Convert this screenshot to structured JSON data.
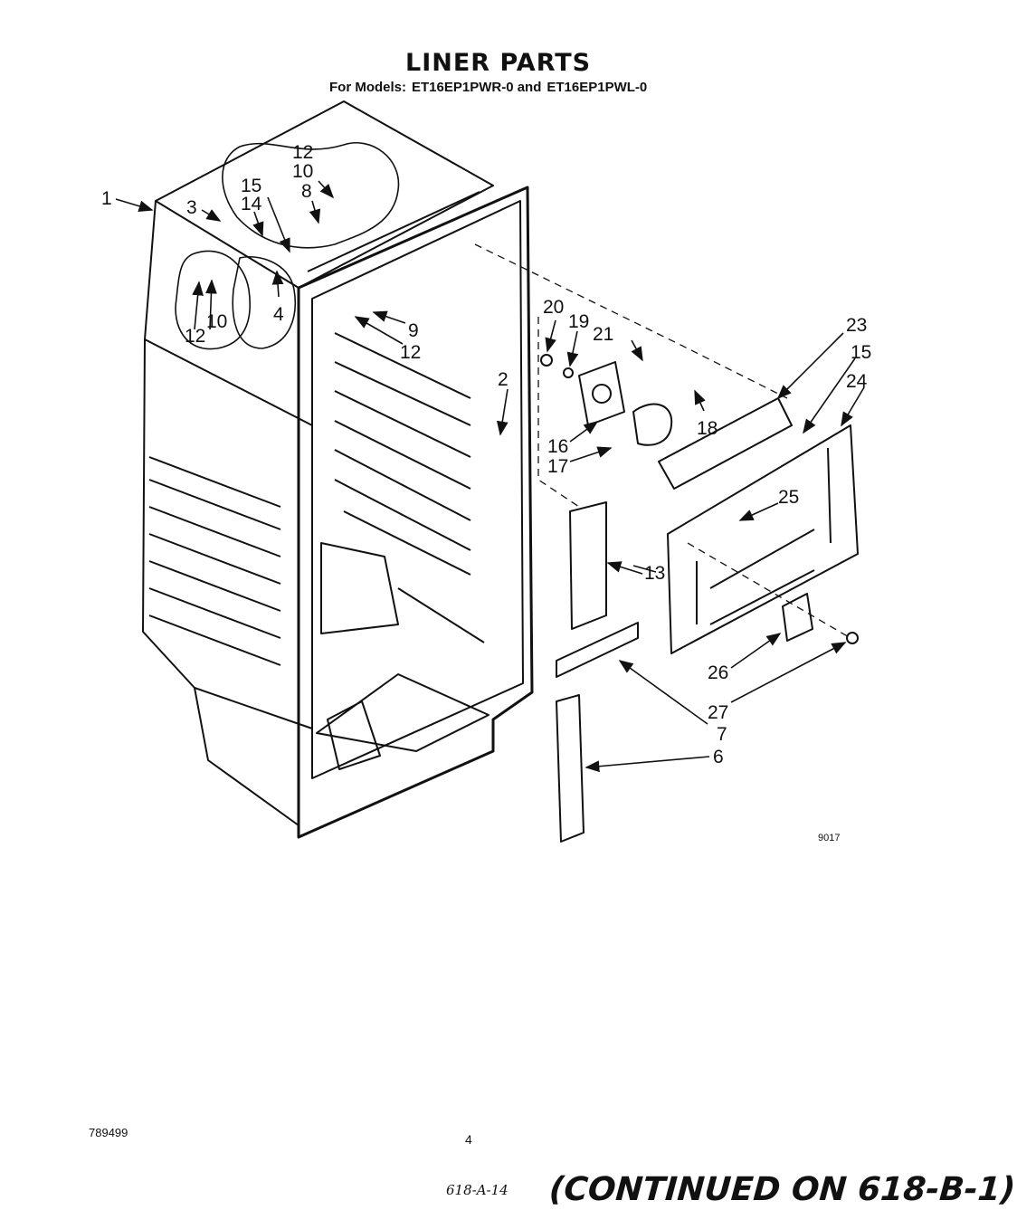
{
  "header": {
    "title": "LINER PARTS",
    "models_prefix": "For Models:",
    "model_a": "ET16EP1PWR-0 and",
    "model_b": "ET16EP1PWL-0"
  },
  "diagram": {
    "figure_code": "9017",
    "callouts": [
      {
        "id": "c1",
        "label": "1"
      },
      {
        "id": "c2",
        "label": "2"
      },
      {
        "id": "c3",
        "label": "3"
      },
      {
        "id": "c4",
        "label": "4"
      },
      {
        "id": "c6",
        "label": "6"
      },
      {
        "id": "c7",
        "label": "7"
      },
      {
        "id": "c8",
        "label": "8"
      },
      {
        "id": "c9",
        "label": "9"
      },
      {
        "id": "c10a",
        "label": "10"
      },
      {
        "id": "c10b",
        "label": "10"
      },
      {
        "id": "c12a",
        "label": "12"
      },
      {
        "id": "c12b",
        "label": "12"
      },
      {
        "id": "c12c",
        "label": "12"
      },
      {
        "id": "c13",
        "label": "13"
      },
      {
        "id": "c14",
        "label": "14"
      },
      {
        "id": "c15a",
        "label": "15"
      },
      {
        "id": "c15b",
        "label": "15"
      },
      {
        "id": "c16",
        "label": "16"
      },
      {
        "id": "c17",
        "label": "17"
      },
      {
        "id": "c18",
        "label": "18"
      },
      {
        "id": "c19",
        "label": "19"
      },
      {
        "id": "c20",
        "label": "20"
      },
      {
        "id": "c21",
        "label": "21"
      },
      {
        "id": "c23",
        "label": "23"
      },
      {
        "id": "c24",
        "label": "24"
      },
      {
        "id": "c25",
        "label": "25"
      },
      {
        "id": "c26",
        "label": "26"
      },
      {
        "id": "c27",
        "label": "27"
      }
    ]
  },
  "footer": {
    "doc_number": "789499",
    "page_number": "4",
    "handwritten_ref": "618-A-14",
    "continued": "(CONTINUED ON 618-B-1)"
  }
}
